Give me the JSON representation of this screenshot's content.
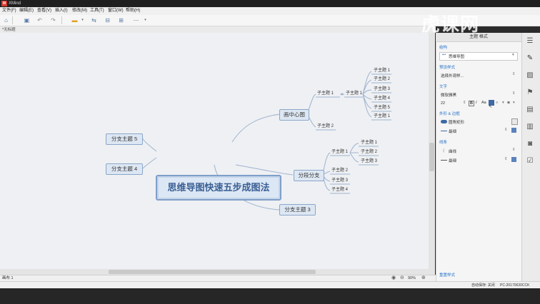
{
  "app": {
    "logo_text": "M",
    "title": "XMind"
  },
  "menu": [
    "文件(F)",
    "编辑(E)",
    "查看(V)",
    "插入(I)",
    "修改(M)",
    "工具(T)",
    "窗口(W)",
    "帮助(H)"
  ],
  "document": {
    "tab_label": "*无标题"
  },
  "map": {
    "central_topic": "思维导图快速五步成图法",
    "main_topics": {
      "t1": "画中心图",
      "t2": "分段分支",
      "t3": "分支主题 3",
      "t4": "分支主题 4",
      "t5": "分支主题 5"
    },
    "sub_topics": {
      "a1": "子主题 1",
      "a2": "子主题 2",
      "a11": "子主题 1",
      "leaves_a": [
        "子主题 1",
        "子主题 2",
        "子主题 3",
        "子主题 4",
        "子主题 5",
        "子主题 1"
      ],
      "b1": "子主题 1",
      "leaves_b": [
        "子主题 1",
        "子主题 2",
        "子主题 3"
      ],
      "b_rest": [
        "子主题 2",
        "子主题 3",
        "子主题 4"
      ]
    }
  },
  "panel": {
    "title": "主题 格式",
    "structure_label": "结构",
    "structure_value": "思维导图",
    "style_label": "预设样式",
    "style_value": "选择外观样...",
    "text_label": "文字",
    "font_name": "微软雅黑",
    "font_size": "22",
    "shape_label": "外形 & 边框",
    "shape_value": "圆角矩形",
    "border_value": "最细",
    "line_label": "线条",
    "line_shape": "曲线",
    "line_width": "最细",
    "reset_link": "重置样式"
  },
  "status": {
    "sheet_tab": "画布 1",
    "zoom": "90%",
    "autosave": "自动保存: 关闭",
    "computer": "PC-20170630CCK"
  },
  "watermark": "虎课网",
  "colors": {
    "accent": "#2a74c8",
    "topic_fill": "#dde7f3",
    "topic_border": "#8ba6c8",
    "central_text": "#3a5f93"
  }
}
